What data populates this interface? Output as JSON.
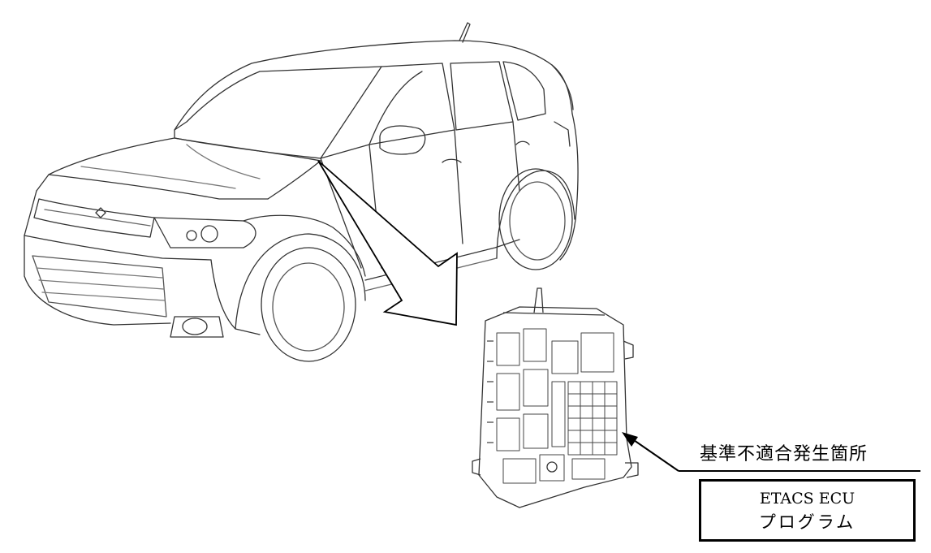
{
  "callout": {
    "caption": "基準不適合発生箇所",
    "box_line1": "ETACS ECU",
    "box_line2": "プログラム"
  },
  "colors": {
    "line": "#000000",
    "light_line": "#555555",
    "background": "#ffffff"
  },
  "icons": {
    "vehicle": "suv-line-drawing-icon",
    "component": "etacs-ecu-module-icon",
    "pointer": "arrow-pointer-icon"
  }
}
